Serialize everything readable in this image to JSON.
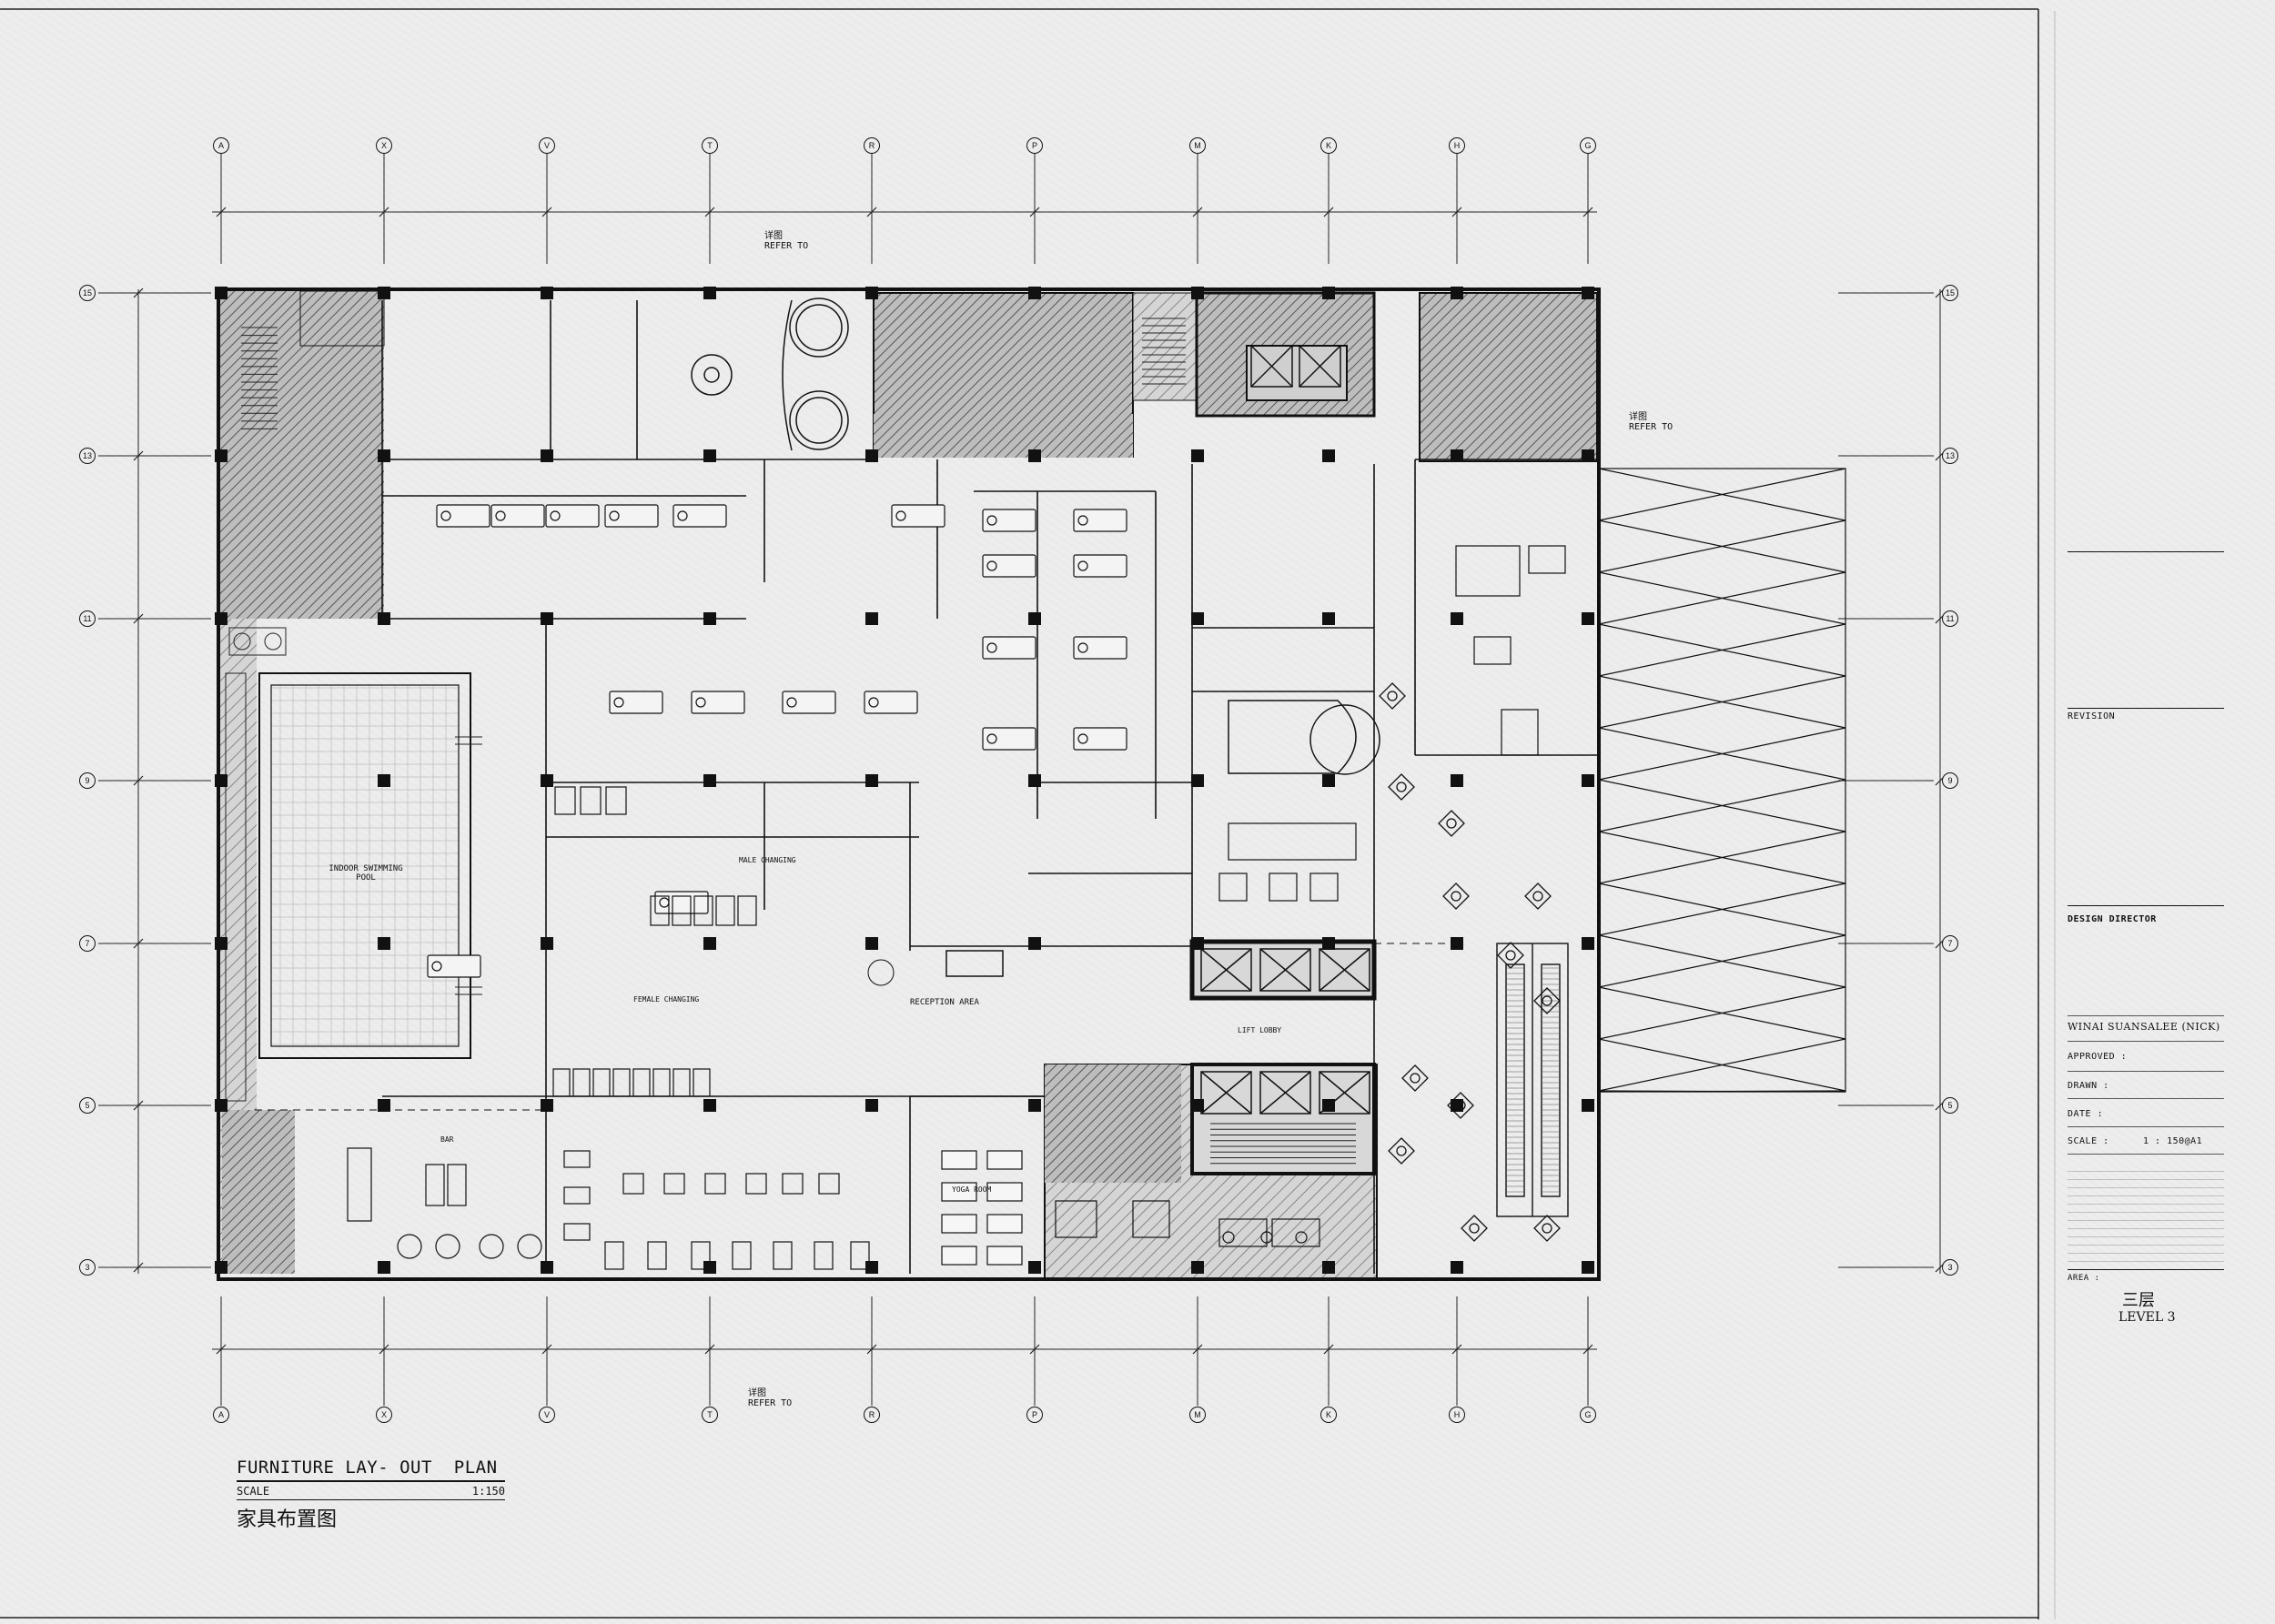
{
  "drawing": {
    "title": "FURNITURE LAY- OUT  PLAN",
    "scale_label": "SCALE",
    "scale_value": "1:150",
    "title_cn": "家具布置图"
  },
  "grid": {
    "columns": [
      "A",
      "X",
      "V",
      "T",
      "R",
      "P",
      "M",
      "K",
      "H",
      "G"
    ],
    "rows": [
      "15",
      "13",
      "11",
      "9",
      "7",
      "5",
      "3"
    ]
  },
  "refs": [
    {
      "cn": "详图",
      "en": "REFER TO"
    },
    {
      "cn": "详图",
      "en": "REFER TO"
    },
    {
      "cn": "详图",
      "en": "REFER TO"
    }
  ],
  "rooms": {
    "pool": "INDOOR SWIMMING POOL",
    "reception": "RECEPTION AREA",
    "male_changing": "MALE CHANGING",
    "female_changing": "FEMALE CHANGING",
    "yoga": "YOGA ROOM",
    "lift_lobby": "LIFT LOBBY",
    "bar": "BAR"
  },
  "title_block": {
    "revision": "REVISION",
    "design_director": "DESIGN DIRECTOR",
    "designer": "WINAI SUANSALEE (NICK)",
    "approved": "APPROVED :",
    "drawn": "DRAWN :",
    "date": "DATE :",
    "scale": "SCALE :",
    "scale_value": "1 : 150@A1",
    "area": "AREA :",
    "level_cn": "三层",
    "level_en": "LEVEL 3"
  },
  "colors": {
    "ink": "#111111",
    "hatch": "#555555",
    "paper": "#ededed"
  }
}
